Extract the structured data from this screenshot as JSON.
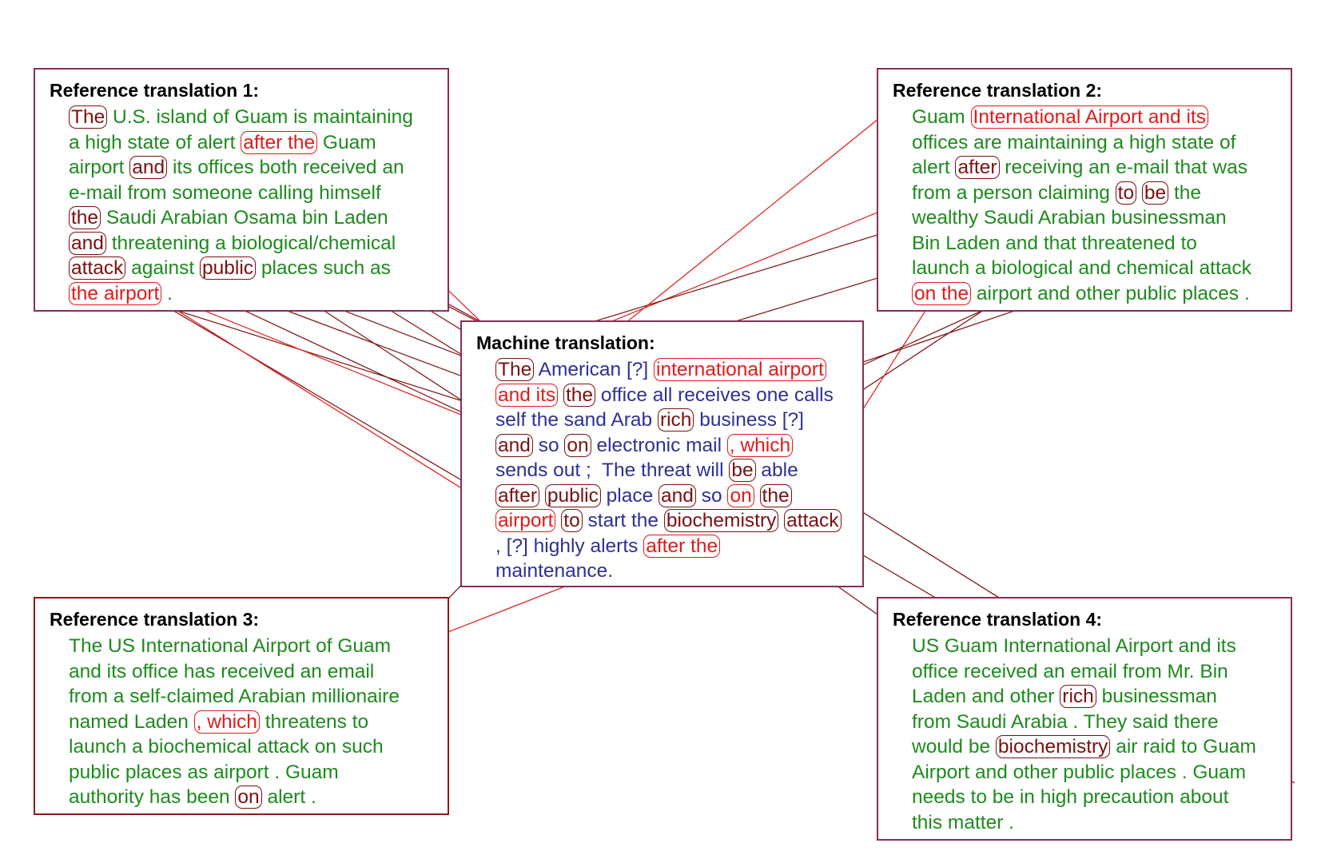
{
  "ref1": {
    "title": "Reference translation 1:",
    "lines": [
      [
        {
          "t": "The",
          "hl": "dark"
        },
        {
          "t": " U.S. island of Guam is maintaining"
        }
      ],
      [
        {
          "t": "a high state of alert "
        },
        {
          "t": "after the",
          "hl": "red"
        },
        {
          "t": " Guam"
        }
      ],
      [
        {
          "t": "airport "
        },
        {
          "t": "and",
          "hl": "dark"
        },
        {
          "t": " its offices both received an"
        }
      ],
      [
        {
          "t": "e-mail from someone calling himself"
        }
      ],
      [
        {
          "t": "the",
          "hl": "dark"
        },
        {
          "t": " Saudi Arabian Osama bin Laden"
        }
      ],
      [
        {
          "t": "and",
          "hl": "dark"
        },
        {
          "t": " threatening a biological/chemical"
        }
      ],
      [
        {
          "t": "attack",
          "hl": "dark"
        },
        {
          "t": " against "
        },
        {
          "t": "public",
          "hl": "dark"
        },
        {
          "t": " places such as"
        }
      ],
      [
        {
          "t": "the airport",
          "hl": "red"
        },
        {
          "t": " ."
        }
      ]
    ]
  },
  "ref2": {
    "title": "Reference translation 2:",
    "lines": [
      [
        {
          "t": "Guam "
        },
        {
          "t": "International Airport and its",
          "hl": "red"
        }
      ],
      [
        {
          "t": "offices are maintaining a high state of"
        }
      ],
      [
        {
          "t": "alert "
        },
        {
          "t": "after",
          "hl": "dark"
        },
        {
          "t": " receiving an e-mail that was"
        }
      ],
      [
        {
          "t": "from a person claiming "
        },
        {
          "t": "to",
          "hl": "dark"
        },
        {
          "t": " "
        },
        {
          "t": "be",
          "hl": "dark"
        },
        {
          "t": " the"
        }
      ],
      [
        {
          "t": "wealthy Saudi Arabian businessman"
        }
      ],
      [
        {
          "t": "Bin Laden and that threatened to"
        }
      ],
      [
        {
          "t": "launch a biological and chemical attack"
        }
      ],
      [
        {
          "t": "on the",
          "hl": "red"
        },
        {
          "t": " airport and other public places ."
        }
      ]
    ]
  },
  "ref3": {
    "title": "Reference translation 3:",
    "lines": [
      [
        {
          "t": "The US International Airport of Guam"
        }
      ],
      [
        {
          "t": "and its office has received an email"
        }
      ],
      [
        {
          "t": "from a self-claimed Arabian millionaire"
        }
      ],
      [
        {
          "t": "named Laden "
        },
        {
          "t": ", which",
          "hl": "red"
        },
        {
          "t": " threatens to"
        }
      ],
      [
        {
          "t": "launch a biochemical attack on such"
        }
      ],
      [
        {
          "t": "public places as airport . Guam"
        }
      ],
      [
        {
          "t": "authority has been "
        },
        {
          "t": "on",
          "hl": "dark"
        },
        {
          "t": " alert ."
        }
      ]
    ]
  },
  "ref4": {
    "title": "Reference translation 4:",
    "lines": [
      [
        {
          "t": "US Guam International Airport and its"
        }
      ],
      [
        {
          "t": "office received an email from Mr. Bin"
        }
      ],
      [
        {
          "t": "Laden and other "
        },
        {
          "t": "rich",
          "hl": "dark"
        },
        {
          "t": " businessman"
        }
      ],
      [
        {
          "t": "from Saudi Arabia . They said there"
        }
      ],
      [
        {
          "t": "would be "
        },
        {
          "t": "biochemistry",
          "hl": "dark"
        },
        {
          "t": " air raid to Guam"
        }
      ],
      [
        {
          "t": "Airport and other public places . Guam"
        }
      ],
      [
        {
          "t": "needs to be in high precaution about"
        }
      ],
      [
        {
          "t": "this matter ."
        }
      ]
    ]
  },
  "mt": {
    "title": "Machine translation:",
    "lines": [
      [
        {
          "t": "The",
          "hl": "dark"
        },
        {
          "t": " American [?] "
        },
        {
          "t": "international airport",
          "hl": "red"
        }
      ],
      [
        {
          "t": "and its",
          "hl": "red"
        },
        {
          "t": " "
        },
        {
          "t": "the",
          "hl": "dark"
        },
        {
          "t": " office all receives one calls"
        }
      ],
      [
        {
          "t": "self the sand Arab "
        },
        {
          "t": "rich",
          "hl": "dark"
        },
        {
          "t": " business [?]"
        }
      ],
      [
        {
          "t": "and",
          "hl": "dark"
        },
        {
          "t": " so "
        },
        {
          "t": "on",
          "hl": "dark"
        },
        {
          "t": " electronic mail "
        },
        {
          "t": ", which",
          "hl": "red"
        }
      ],
      [
        {
          "t": "sends out ;  The threat will "
        },
        {
          "t": "be",
          "hl": "dark"
        },
        {
          "t": " able"
        }
      ],
      [
        {
          "t": "after",
          "hl": "dark"
        },
        {
          "t": " "
        },
        {
          "t": "public",
          "hl": "dark"
        },
        {
          "t": " place "
        },
        {
          "t": "and",
          "hl": "dark"
        },
        {
          "t": " so "
        },
        {
          "t": "on",
          "hl": "red"
        },
        {
          "t": " "
        },
        {
          "t": "the",
          "hl": "dark"
        }
      ],
      [
        {
          "t": "airport",
          "hl": "red"
        },
        {
          "t": " "
        },
        {
          "t": "to",
          "hl": "dark"
        },
        {
          "t": " start the "
        },
        {
          "t": "biochemistry",
          "hl": "dark"
        },
        {
          "t": " "
        },
        {
          "t": "attack",
          "hl": "dark"
        }
      ],
      [
        {
          "t": ", [?] highly alerts "
        },
        {
          "t": "after the",
          "hl": "red"
        }
      ],
      [
        {
          "t": "maintenance."
        }
      ]
    ]
  },
  "colors": {
    "reference_text": "#1e8a1e",
    "machine_text": "#2e3192",
    "match_dark": "#7a1010",
    "match_red": "#e01b1b"
  }
}
